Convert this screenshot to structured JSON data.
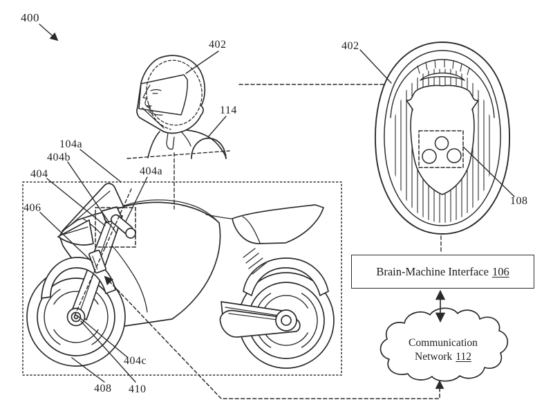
{
  "meta": {
    "background": "#ffffff",
    "ink_color": "#2a2a2a",
    "figure_type": "patent-line-drawing"
  },
  "callouts": {
    "fig": "400",
    "helmet_side": "402",
    "rider": "114",
    "region_104a": "104a",
    "s404b": "404b",
    "s404": "404",
    "s406": "406",
    "s404a": "404a",
    "s404c": "404c",
    "wheel_408": "408",
    "hub_410": "410",
    "helmet_top": "402",
    "sensors_108": "108"
  },
  "bmi_box": {
    "label": "Brain-Machine Interface",
    "ref": "106"
  },
  "cloud": {
    "line1": "Communication",
    "line2": "Network",
    "ref": "112"
  }
}
